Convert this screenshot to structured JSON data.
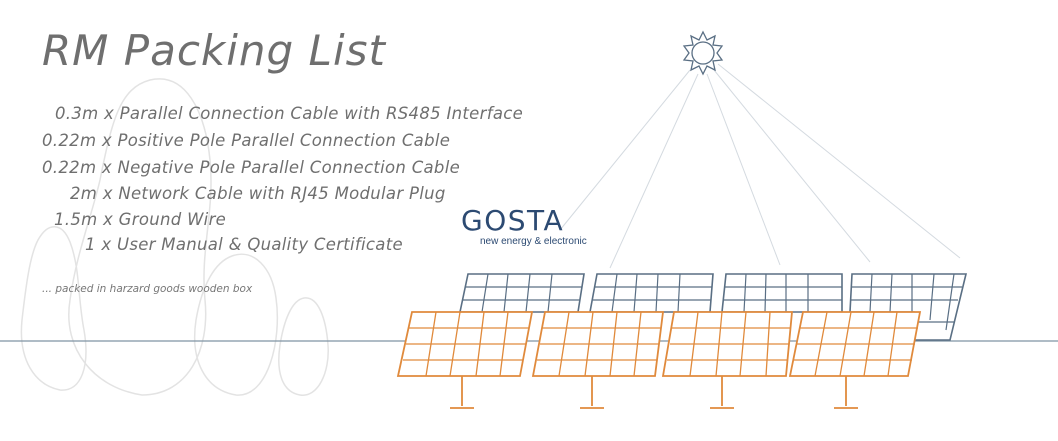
{
  "header": {
    "title": "RM Packing List"
  },
  "packing_list": [
    "0.3m x Parallel Connection Cable with RS485 Interface",
    "0.22m x Positive Pole Parallel Connection Cable",
    "0.22m x Negative Pole Parallel Connection Cable",
    "2m x Network Cable with RJ45 Modular Plug",
    "1.5m x Ground Wire",
    "1 x User Manual & Quality Certificate"
  ],
  "note": "... packed in harzard goods wooden box",
  "brand": {
    "name": "GOSTA",
    "tagline": "new energy & electronic",
    "color": "#2c4a72"
  },
  "colors": {
    "text": "#6f6f6f",
    "panel_front": "#e08a3c",
    "panel_back": "#5a6f84",
    "line": "#cfd6dd",
    "horizon": "#7f93a3"
  },
  "icons": {
    "sun": "sun-icon"
  }
}
